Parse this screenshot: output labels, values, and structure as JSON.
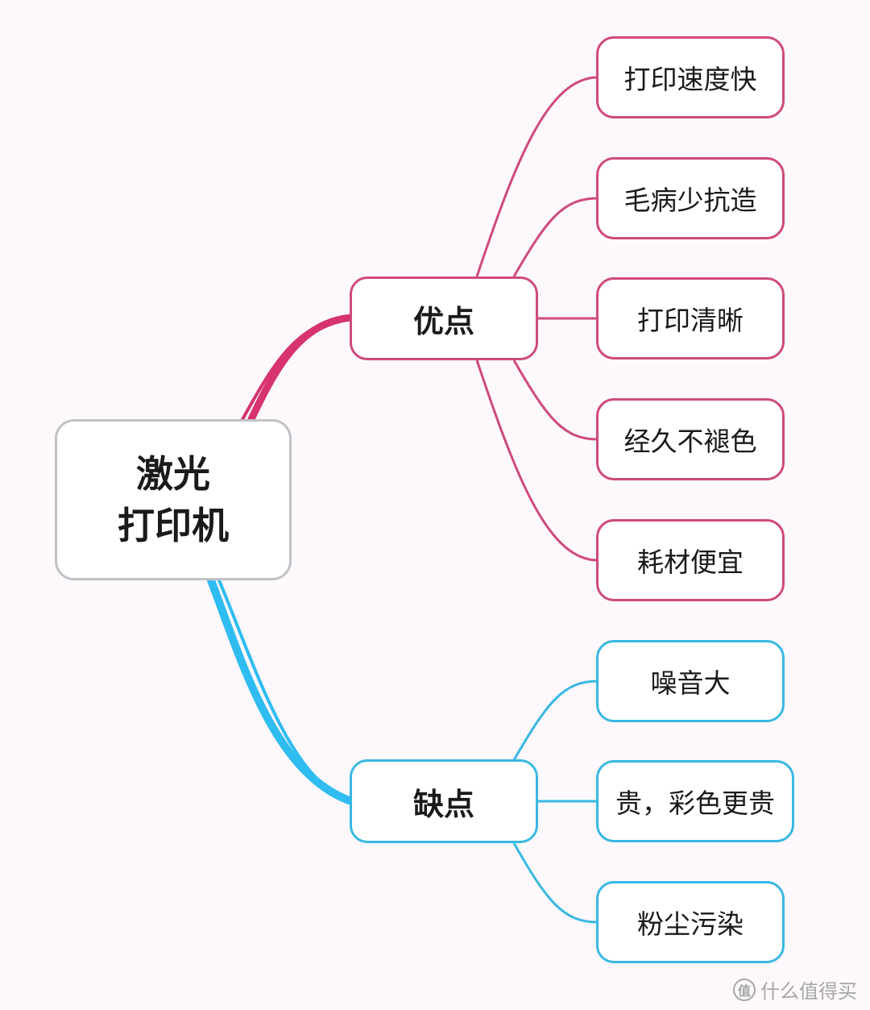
{
  "colors": {
    "pros": "#cf4a7c",
    "cons": "#39b8e2",
    "root_border": "#c2c2c6"
  },
  "root": {
    "line1": "激光",
    "line2": "打印机"
  },
  "pros": {
    "label": "优点",
    "items": [
      "打印速度快",
      "毛病少抗造",
      "打印清晰",
      "经久不褪色",
      "耗材便宜"
    ]
  },
  "cons": {
    "label": "缺点",
    "items": [
      "噪音大",
      "贵，彩色更贵",
      "粉尘污染"
    ]
  },
  "watermark": {
    "icon": "值",
    "text": "什么值得买"
  }
}
